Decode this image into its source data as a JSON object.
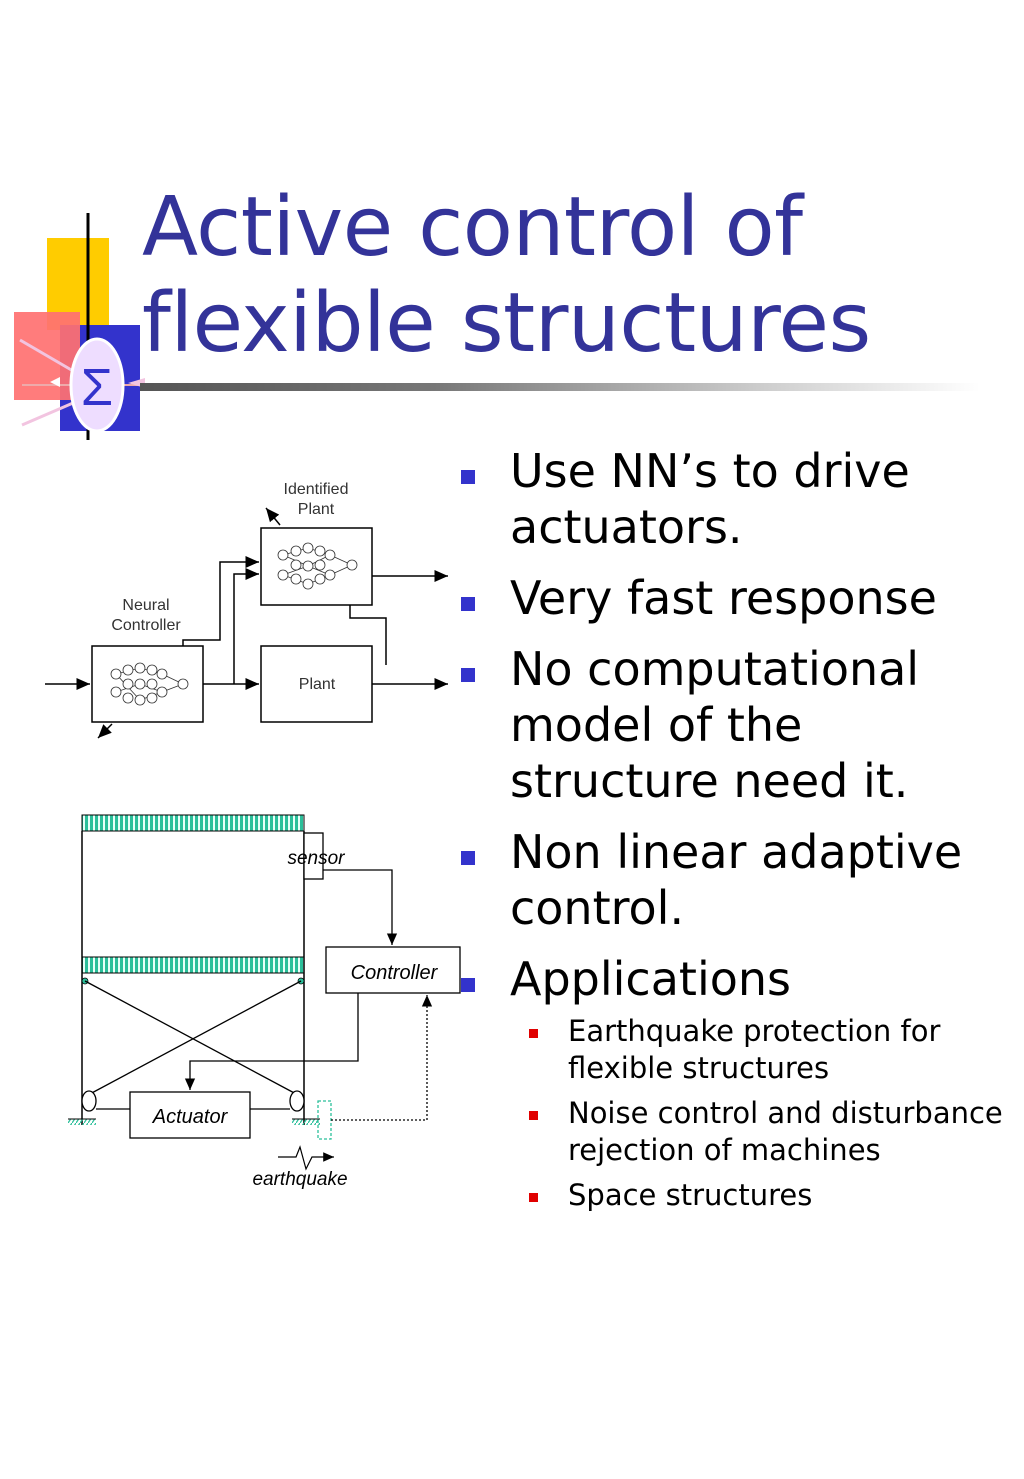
{
  "slide": {
    "title_lines": [
      "Active control of",
      "flexible structures"
    ],
    "logo_symbol": "Σ"
  },
  "bullets": [
    {
      "text": "Use NN’s to drive actuators."
    },
    {
      "text": "Very fast response"
    },
    {
      "text": "No computational model of the structure need it."
    },
    {
      "text": "Non linear adaptive control."
    },
    {
      "text": "Applications"
    }
  ],
  "sub_bullets": [
    {
      "text": "Earthquake protection for flexible structures"
    },
    {
      "text": "Noise control and disturbance rejection of machines"
    },
    {
      "text": "Space structures"
    }
  ],
  "nn_diagram": {
    "identified_plant_label_1": "Identified",
    "identified_plant_label_2": "Plant",
    "neural_controller_label_1": "Neural",
    "neural_controller_label_2": "Controller",
    "plant_label": "Plant"
  },
  "structure_diagram": {
    "sensor_label": "sensor",
    "controller_label": "Controller",
    "actuator_label": "Actuator",
    "earthquake_label": "earthquake"
  },
  "colors": {
    "title": "#333399",
    "bullet_primary": "#3333cc",
    "bullet_secondary": "#e00000",
    "floor_hatch": "#2bbf9a"
  }
}
